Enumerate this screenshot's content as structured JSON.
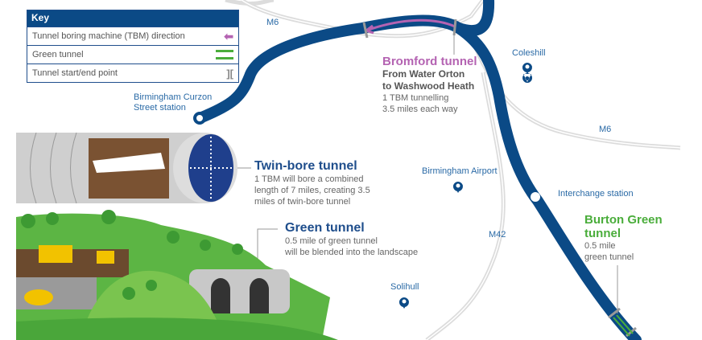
{
  "key": {
    "title": "Key",
    "items": [
      {
        "label": "Tunnel boring machine (TBM) direction",
        "icon": "purple-arrow-left-icon",
        "color": "#b463b2"
      },
      {
        "label": "Green tunnel",
        "icon": "green-double-line-icon",
        "color": "#4aad3b"
      },
      {
        "label": "Tunnel start/end point",
        "icon": "bracket-marker-icon",
        "color": "#888888"
      }
    ]
  },
  "roads": {
    "m6_top": "M6",
    "m6_right": "M6",
    "m42": "M42"
  },
  "places": {
    "curzon": "Birmingham Curzon\nStreet station",
    "coleshill": "Coleshill",
    "airport": "Birmingham Airport",
    "interchange": "Interchange station",
    "solihull": "Solihull"
  },
  "bromford": {
    "title": "Bromford tunnel",
    "sub1": "From Water Orton",
    "sub2": "to Washwood Heath",
    "desc1": "1 TBM tunnelling",
    "desc2": "3.5 miles each way"
  },
  "twinbore": {
    "title": "Twin-bore tunnel",
    "desc1": "1 TBM will bore a combined",
    "desc2": "length of 7 miles, creating 3.5",
    "desc3": "miles of twin-bore tunnel"
  },
  "greentunnel": {
    "title": "Green tunnel",
    "desc1": "0.5 mile of green tunnel",
    "desc2": "will be blended into the landscape"
  },
  "burton": {
    "title1": "Burton Green",
    "title2": "tunnel",
    "desc1": "0.5 mile",
    "desc2": "green tunnel"
  },
  "colors": {
    "route": "#0b4a86",
    "tbm": "#b463b2",
    "green": "#4aad3b",
    "road": "#dcdcdc"
  }
}
